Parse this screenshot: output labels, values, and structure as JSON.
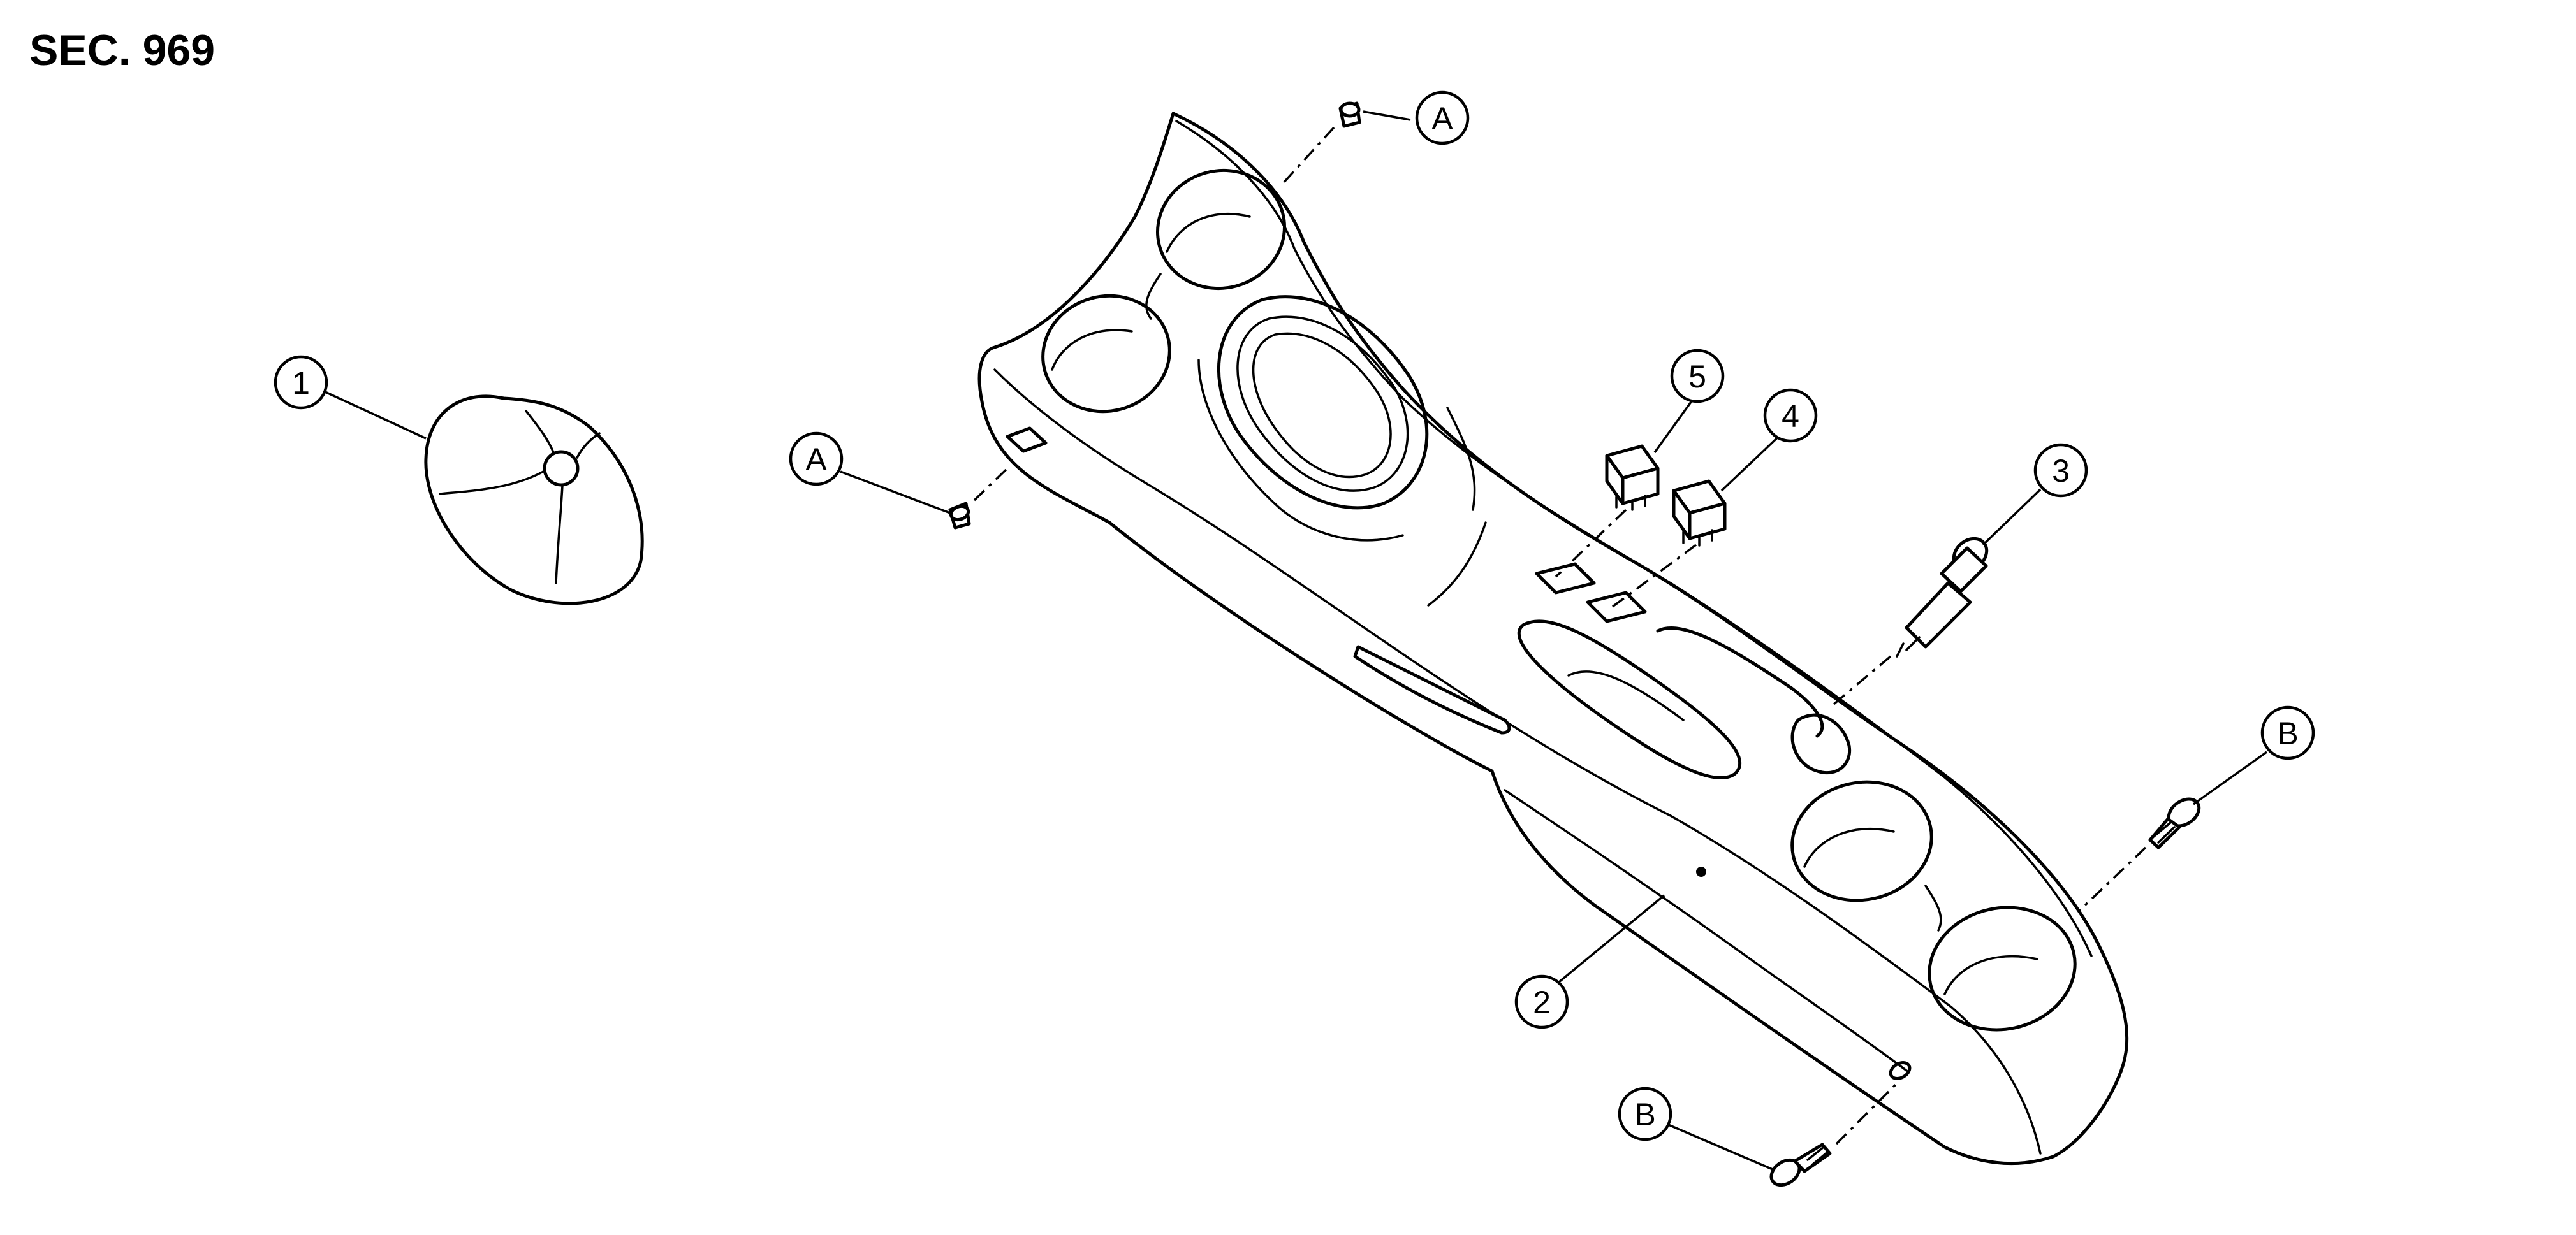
{
  "section_label": "SEC. 969",
  "callouts": {
    "part_1": "1",
    "part_2": "2",
    "part_3": "3",
    "part_4": "4",
    "part_5": "5",
    "fastener_a_top": "A",
    "fastener_a_left": "A",
    "fastener_b_right": "B",
    "fastener_b_bottom": "B"
  },
  "colors": {
    "line": "#000000",
    "background": "#ffffff"
  }
}
